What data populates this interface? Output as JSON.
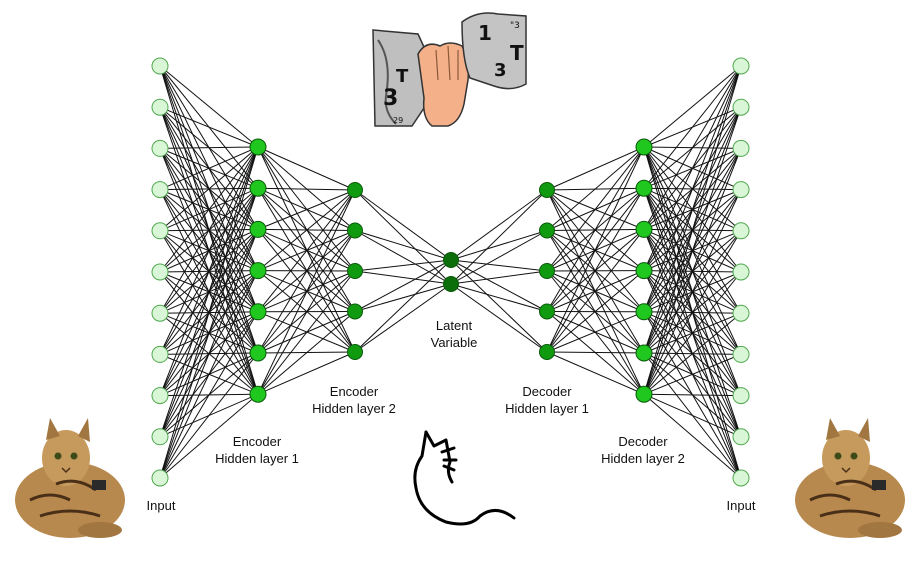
{
  "diagram": {
    "layers": [
      {
        "id": "input_left",
        "label": [
          "Input"
        ],
        "nodes": 11,
        "color": "#d9f7d6"
      },
      {
        "id": "enc1",
        "label": [
          "Encoder",
          "Hidden layer 1"
        ],
        "nodes": 7,
        "color": "#1fc71f"
      },
      {
        "id": "enc2",
        "label": [
          "Encoder",
          "Hidden layer 2"
        ],
        "nodes": 5,
        "color": "#109a10"
      },
      {
        "id": "latent",
        "label": [
          "Latent",
          "Variable"
        ],
        "nodes": 2,
        "color": "#0b6e0b"
      },
      {
        "id": "dec1",
        "label": [
          "Decoder",
          "Hidden layer 1"
        ],
        "nodes": 5,
        "color": "#109a10"
      },
      {
        "id": "dec2",
        "label": [
          "Decoder",
          "Hidden layer 2"
        ],
        "nodes": 7,
        "color": "#1fc71f"
      },
      {
        "id": "input_right",
        "label": [
          "Input"
        ],
        "nodes": 11,
        "color": "#d9f7d6"
      }
    ],
    "fully_connected": true,
    "images": {
      "left": "tabby-cat-photo",
      "right": "tabby-cat-photo",
      "top": "cartoon-hand-covering-cat",
      "bottom": "cat-line-sketch"
    }
  }
}
